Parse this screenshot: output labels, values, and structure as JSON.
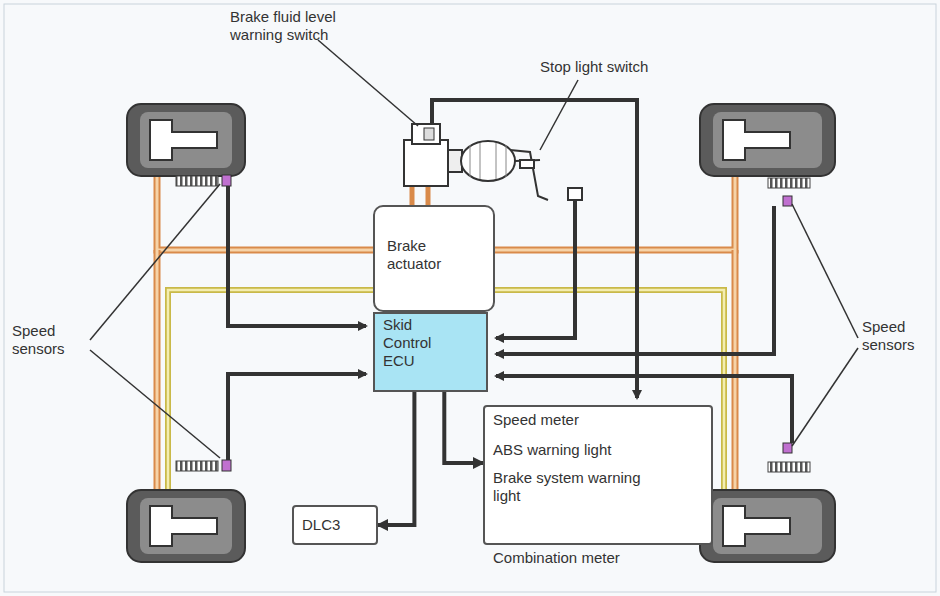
{
  "diagram": {
    "nodes": [
      {
        "text": [
          "Brake actuator"
        ]
      },
      {
        "text": [
          "Skid Control ECU"
        ]
      },
      {
        "text": [
          "Speed meter",
          "ABS warning light",
          "Brake system warning light",
          "Combination meter"
        ]
      },
      {
        "text": [
          "DLC3"
        ]
      }
    ],
    "edges": [
      {
        "from": 1,
        "to": 3,
        "arrow": "to"
      },
      {
        "from": 1,
        "to": 2,
        "arrow": "to"
      }
    ],
    "labels": [
      "Brake fluid level warning switch",
      "Stop light switch",
      "Speed sensors",
      "Speed sensors"
    ]
  }
}
